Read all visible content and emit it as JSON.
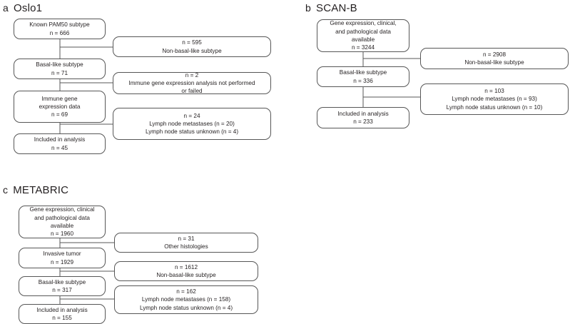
{
  "figure": {
    "type": "flowchart",
    "description": "Three CONSORT-style patient cohort selection flow diagrams"
  },
  "panels": [
    {
      "letter": "a",
      "title": "Oslo1",
      "main_nodes": [
        {
          "text": "Known PAM50 subtype\nn = 666"
        },
        {
          "text": "Basal-like subtype\nn = 71"
        },
        {
          "text": "Immune gene\nexpression data\nn = 69"
        },
        {
          "text": "Included in analysis\nn = 45"
        }
      ],
      "exclusion_nodes": [
        {
          "text": "n = 595\nNon-basal-like subtype"
        },
        {
          "text": "n = 2\nImmune gene expression analysis not performed\nor failed"
        },
        {
          "text": "n = 24\nLymph node metastases (n = 20)\nLymph node status unknown (n = 4)"
        }
      ]
    },
    {
      "letter": "b",
      "title": "SCAN-B",
      "main_nodes": [
        {
          "text": "Gene expression, clinical,\nand pathological data\navailable\nn = 3244"
        },
        {
          "text": "Basal-like subtype\nn = 336"
        },
        {
          "text": "Included in analysis\nn = 233"
        }
      ],
      "exclusion_nodes": [
        {
          "text": "n = 2908\nNon-basal-like subtype"
        },
        {
          "text": "n = 103\nLymph node metastases (n = 93)\nLymph node  status unknown (n = 10)"
        }
      ]
    },
    {
      "letter": "c",
      "title": "METABRIC",
      "main_nodes": [
        {
          "text": "Gene expression, clinical\nand pathological data\navailable\nn = 1960"
        },
        {
          "text": "Invasive tumor\nn = 1929"
        },
        {
          "text": "Basal-like subtype\nn = 317"
        },
        {
          "text": "Included in analysis\nn = 155"
        }
      ],
      "exclusion_nodes": [
        {
          "text": "n = 31\nOther histologies"
        },
        {
          "text": "n = 1612\nNon-basal-like subtype"
        },
        {
          "text": "n = 162\nLymph node metastases (n = 158)\nLymph node status unknown (n = 4)"
        }
      ]
    }
  ],
  "style": {
    "stroke_color": "#575757",
    "text_color": "#231f20",
    "background": "#ffffff"
  }
}
